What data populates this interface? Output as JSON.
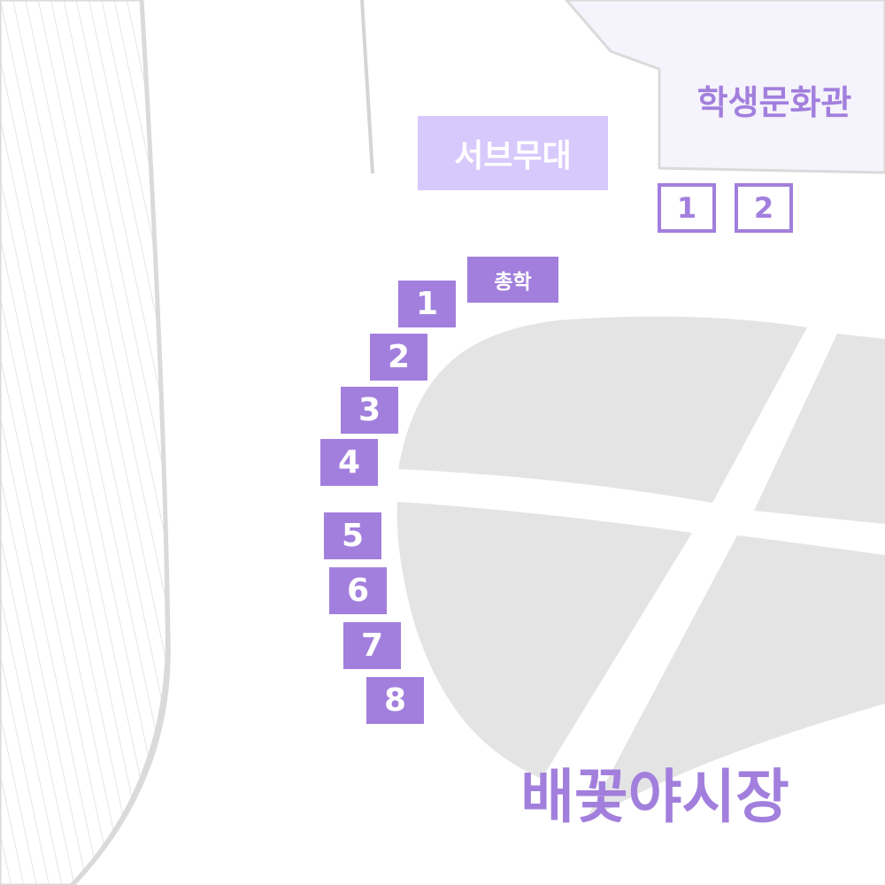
{
  "map": {
    "buildings": {
      "student_hall": "학생문화관",
      "sub_stage": "서브무대"
    },
    "hall_boxes": [
      "1",
      "2"
    ],
    "chonghak": "총학",
    "booths": [
      "1",
      "2",
      "3",
      "4",
      "5",
      "6",
      "7",
      "8"
    ],
    "market": "배꽃야시장",
    "colors": {
      "accent": "#a27fdd",
      "substage_fill": "#d7c9fb",
      "building_fill": "#f5f3fb",
      "plaza_gray": "#e4e4e4",
      "road_line": "#dadada"
    }
  }
}
